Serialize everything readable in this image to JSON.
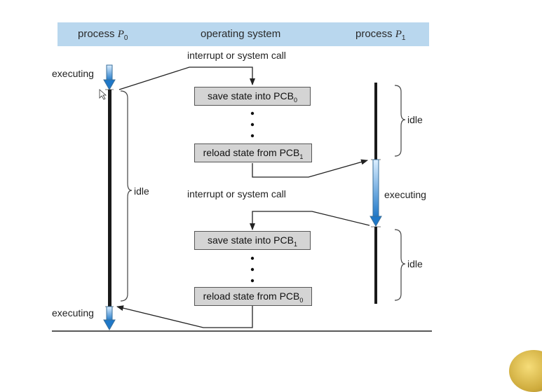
{
  "header": {
    "process0_prefix": "process ",
    "process0_var": "P",
    "process0_sub": "0",
    "os": "operating system",
    "process1_prefix": "process ",
    "process1_var": "P",
    "process1_sub": "1"
  },
  "labels": {
    "executing_top": "executing",
    "executing_bottom": "executing",
    "executing_right": "executing",
    "idle_left": "idle",
    "idle_right_top": "idle",
    "idle_right_bottom": "idle",
    "interrupt_top": "interrupt or system call",
    "interrupt_middle": "interrupt or system call"
  },
  "boxes": {
    "save1_text": "save state into PCB",
    "save1_sub": "0",
    "reload1_text": "reload state from PCB",
    "reload1_sub": "1",
    "save2_text": "save state into PCB",
    "save2_sub": "1",
    "reload2_text": "reload state from PCB",
    "reload2_sub": "0"
  },
  "colors": {
    "header_bg": "#b9d7ee",
    "box_bg": "#d4d4d4",
    "exec_arrow_top": "#cfe6f8",
    "exec_arrow_bottom": "#1f78c8"
  }
}
